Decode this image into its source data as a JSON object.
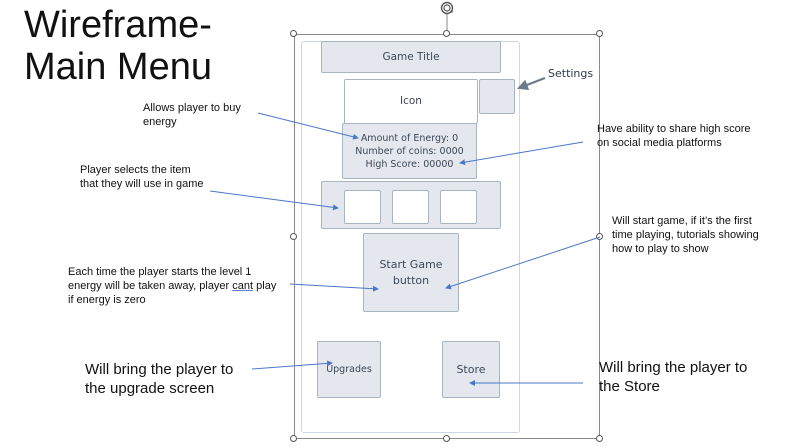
{
  "slide": {
    "title_line1": "Wireframe-",
    "title_line2": "Main Menu"
  },
  "wireframe": {
    "game_title": "Game Title",
    "icon_label": "Icon",
    "settings_button": "",
    "stats": {
      "energy": "Amount of Energy: 0",
      "coins": "Number of coins: 0000",
      "high_score": "High Score: 00000"
    },
    "item_slots": [
      "",
      "",
      ""
    ],
    "start_button_line1": "Start Game",
    "start_button_line2": "button",
    "upgrades_button": "Upgrades",
    "store_button": "Store"
  },
  "annotations": {
    "settings": "Settings",
    "buy_energy_line1": "Allows player to buy",
    "buy_energy_line2": "energy",
    "select_item_line1": "Player selects the item",
    "select_item_line2": "that they will use in game",
    "share_line1": "Have ability to share high score",
    "share_line2": "on social media platforms",
    "start_game_line1": "Will start game, if it’s the first",
    "start_game_line2": "time playing, tutorials showing",
    "start_game_line3": "how to play to show",
    "energy_cost_line1": "Each time the player starts the level 1",
    "energy_cost_line2a": "energy will be taken away, player ",
    "energy_cost_line2b": "cant",
    "energy_cost_line2c": " play",
    "energy_cost_line3": "if energy is zero",
    "upgrades_line1": "Will bring the player to",
    "upgrades_line2": "the upgrade screen",
    "store_line1": "Will bring the player to",
    "store_line2": "the Store"
  },
  "colors": {
    "box_fill": "#e4e8ee",
    "box_border": "#a9b4c2",
    "arrow_blue": "#4a78c8",
    "settings_arrow": "#6b7a8c"
  }
}
